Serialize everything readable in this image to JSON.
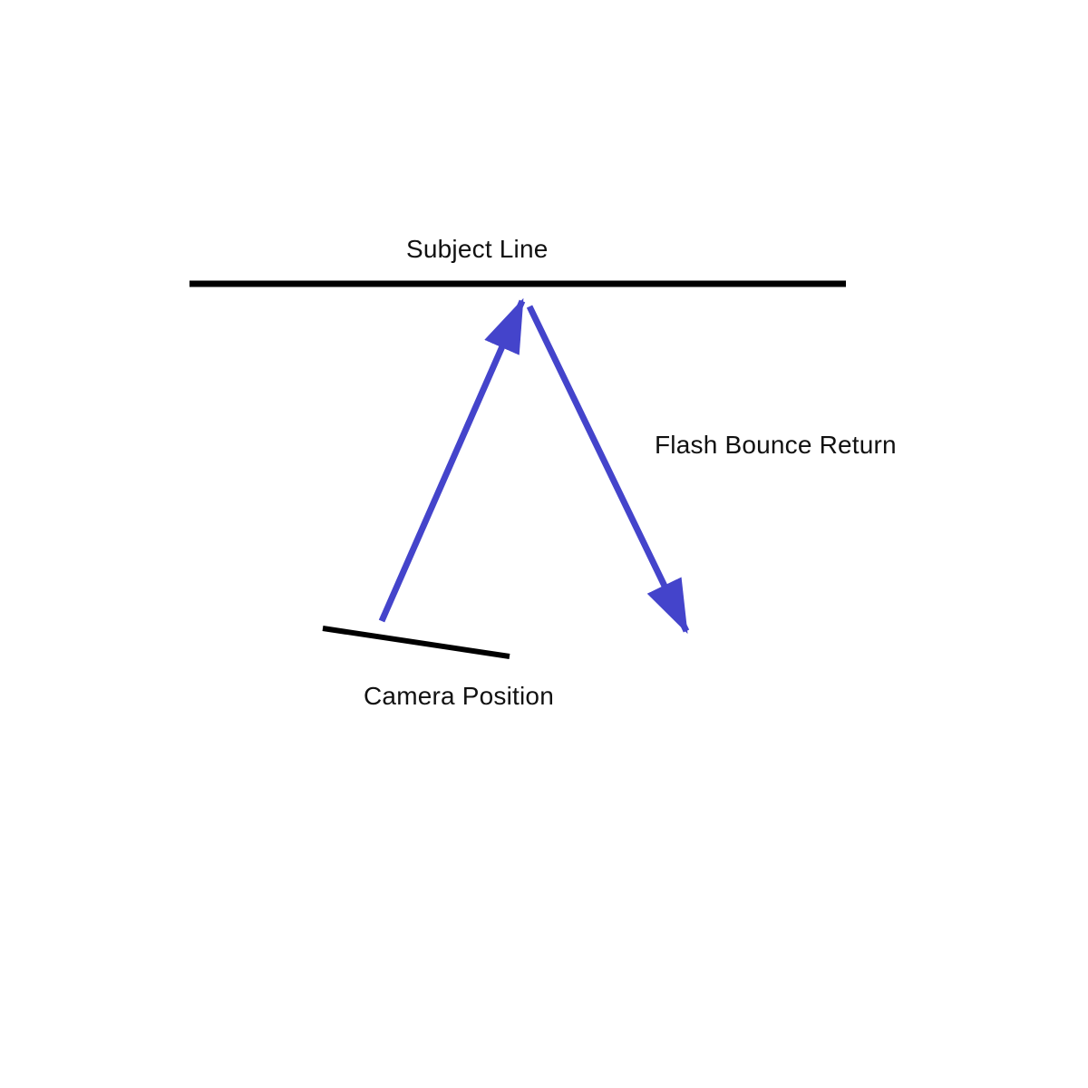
{
  "diagram": {
    "labels": {
      "subject_line": "Subject Line",
      "flash_bounce_return": "Flash Bounce Return",
      "camera_position": "Camera Position"
    },
    "colors": {
      "arrow_blue": "#4444cb",
      "line_black": "#000000",
      "text": "#111111",
      "background": "#ffffff"
    }
  }
}
